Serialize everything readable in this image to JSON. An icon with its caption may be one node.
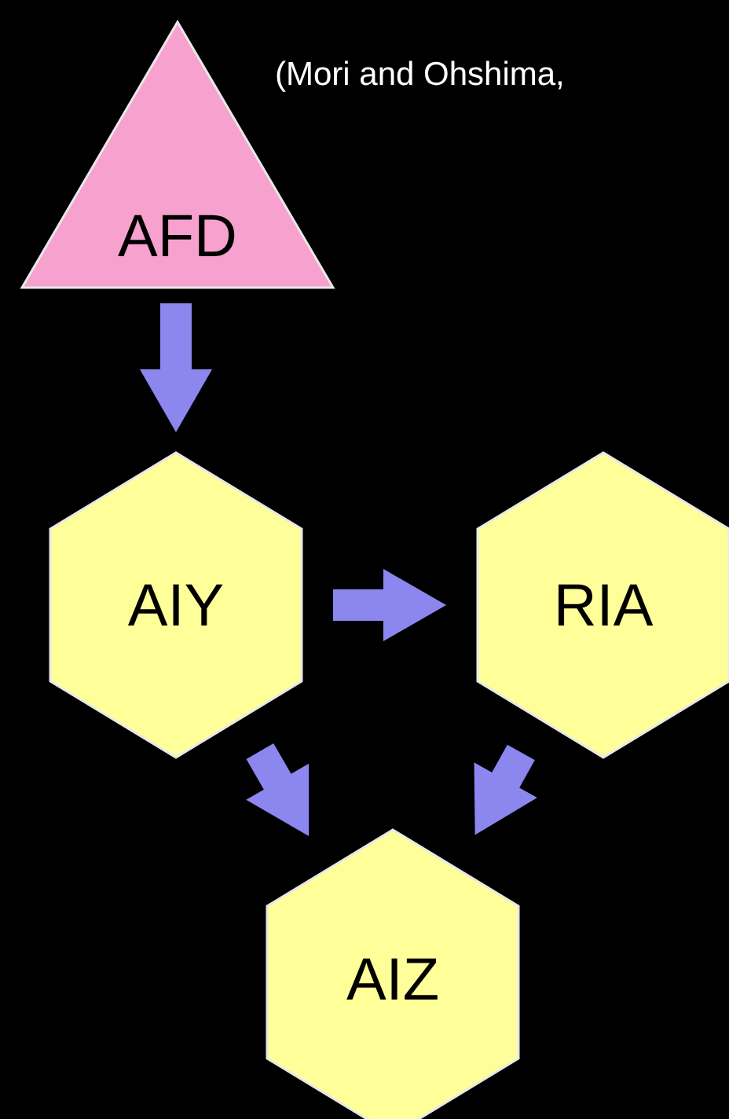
{
  "diagram": {
    "nodes": [
      {
        "text": [
          "AFD"
        ]
      },
      {
        "text": [
          "AIY"
        ]
      },
      {
        "text": [
          "RIA"
        ]
      },
      {
        "text": [
          "AIZ"
        ]
      }
    ],
    "edges": [
      {
        "from": 0,
        "to": 1,
        "arrow": "to",
        "style": "thick"
      },
      {
        "from": 1,
        "to": 2,
        "arrow": "to",
        "style": "thick"
      },
      {
        "from": 1,
        "to": 3,
        "arrow": "to",
        "style": "thick"
      },
      {
        "from": 2,
        "to": 3,
        "arrow": "to",
        "style": "thick"
      }
    ],
    "labels": [
      "(Mori and Ohshima,"
    ]
  }
}
